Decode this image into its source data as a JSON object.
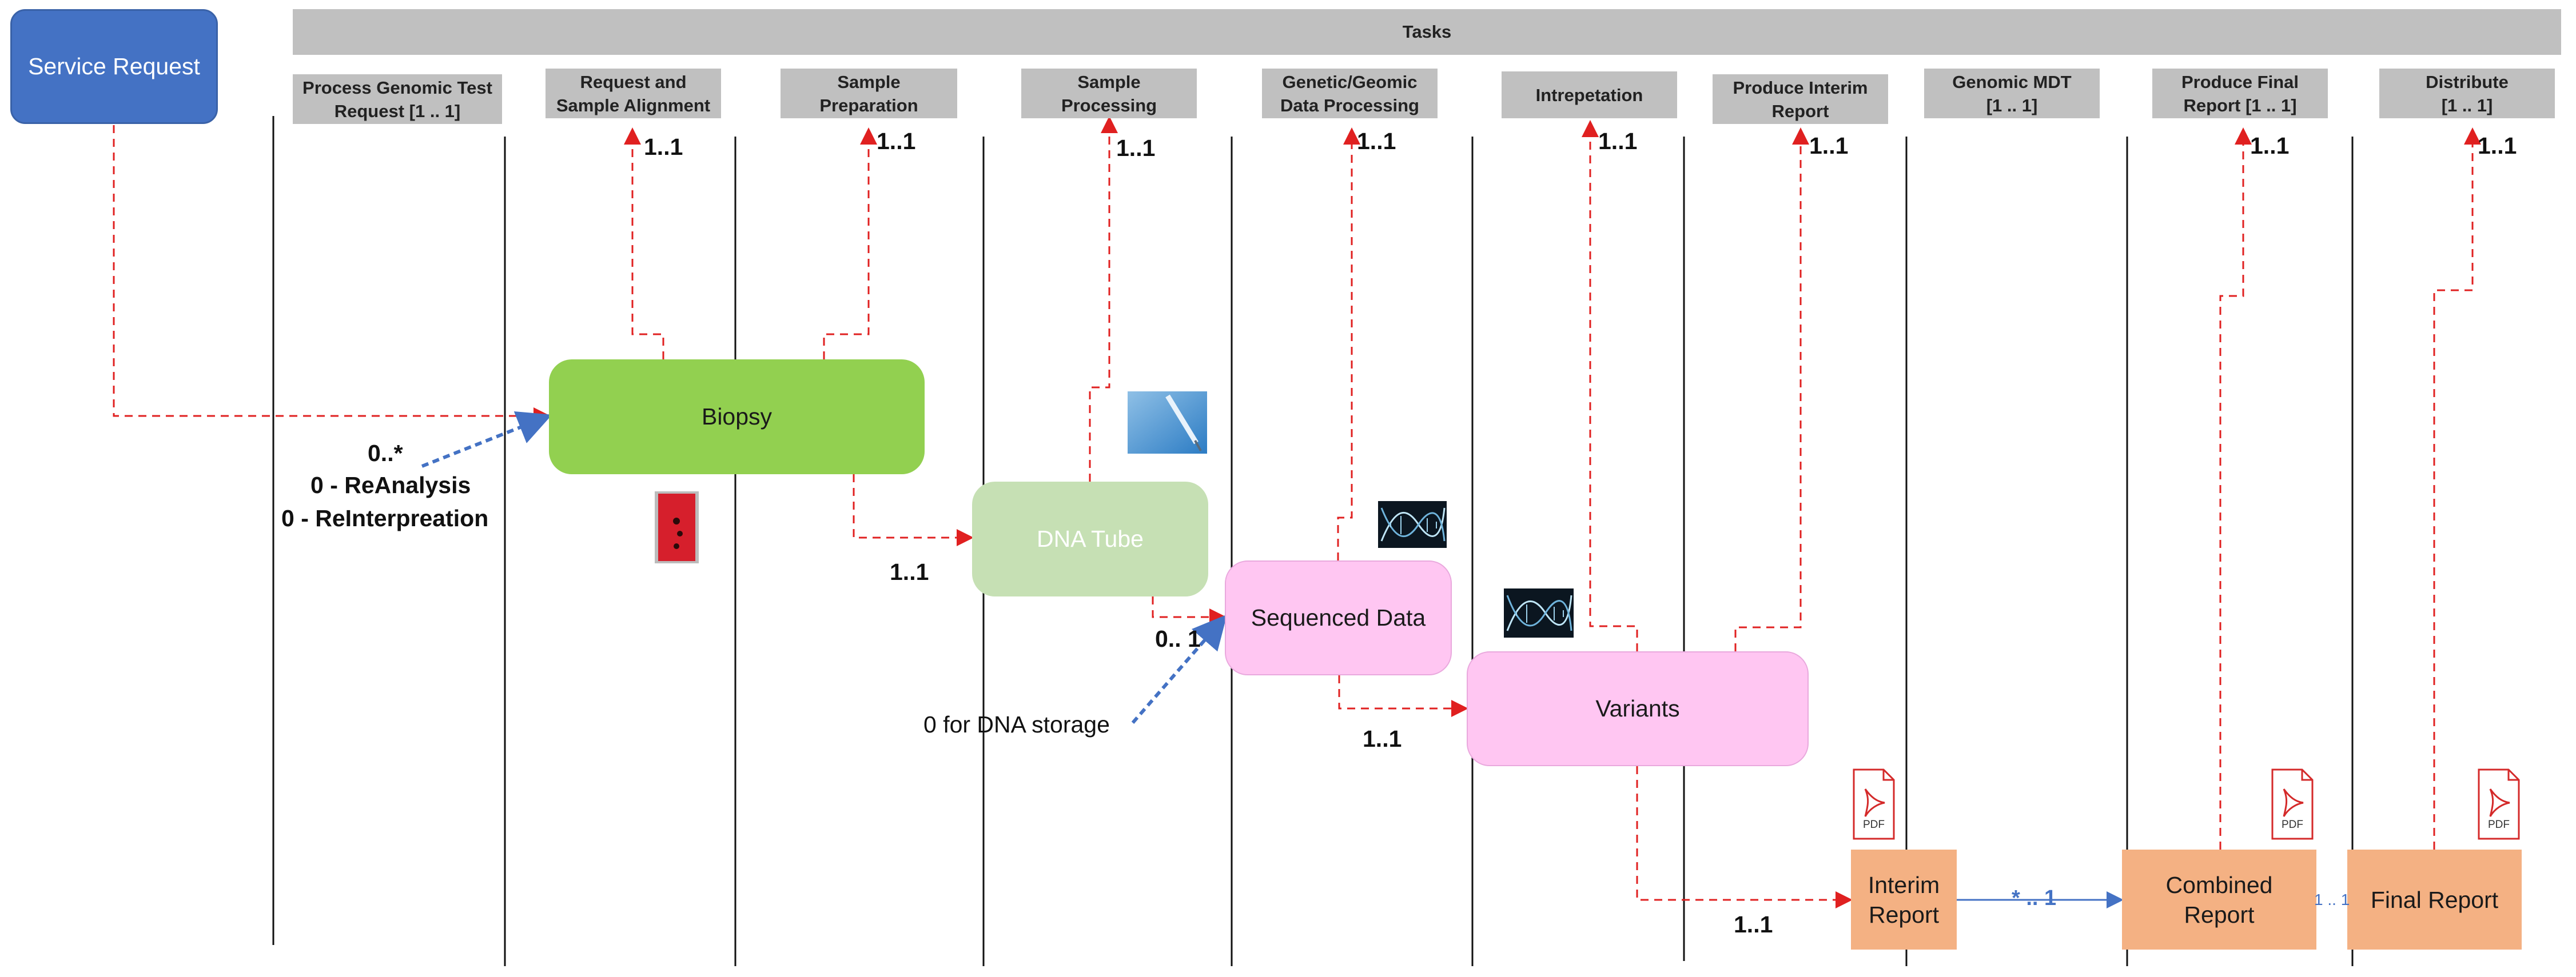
{
  "service_request": {
    "label": "Service Request"
  },
  "tasks": {
    "title": "Tasks",
    "items": [
      "Process Genomic Test\nRequest [1 .. 1]",
      "Request and\nSample Alignment",
      "Sample\nPreparation",
      "Sample\nProcessing",
      "Genetic/Geomic\nData Processing",
      "Intrepetation",
      "Produce Interim\nReport",
      "Genomic MDT\n[1 .. 1]",
      "Produce Final\nReport [1 .. 1]",
      "Distribute\n[1 .. 1]"
    ]
  },
  "nodes": {
    "biopsy": "Biopsy",
    "dna_tube": "DNA Tube",
    "sequenced_data": "Sequenced Data",
    "variants": "Variants"
  },
  "reports": {
    "interim": "Interim\nReport",
    "combined": "Combined\nReport",
    "final": "Final Report",
    "pdf_badge": "PDF"
  },
  "multiplicities": {
    "m_task_align": "1..1",
    "m_task_prep": "1..1",
    "m_task_proc": "1..1",
    "m_task_data": "1..1",
    "m_task_interp": "1..1",
    "m_task_interim": "1..1",
    "m_task_final": "1..1",
    "m_task_distribute": "1..1",
    "biopsy_to_dna": "1..1",
    "dna_to_seq": "0.. 1",
    "seq_to_variants": "1..1",
    "variants_to_interim": "1..1",
    "reanalysis_count": "0..*",
    "reanalysis": "0 - ReAnalysis",
    "reinterpretation": "0 - ReInterpreation",
    "dna_storage": "0 for DNA storage",
    "interim_to_combined": "* .. 1",
    "combined_to_final": "1 .. 1"
  },
  "colors": {
    "service_request": "#4472c4",
    "task_header": "#c0c0c0",
    "biopsy": "#92d050",
    "dna_tube": "#c6e0b4",
    "sequenced_data": "#ffc6f2",
    "variants": "#ffc6f2",
    "report": "#f4b183",
    "flow_arrow": "#e02020",
    "link_arrow": "#4472c4",
    "pdf_red": "#d42a2a"
  },
  "icons": [
    "blood-tube-icon",
    "pipette-icon",
    "dna-helix-icon",
    "pdf-icon"
  ]
}
